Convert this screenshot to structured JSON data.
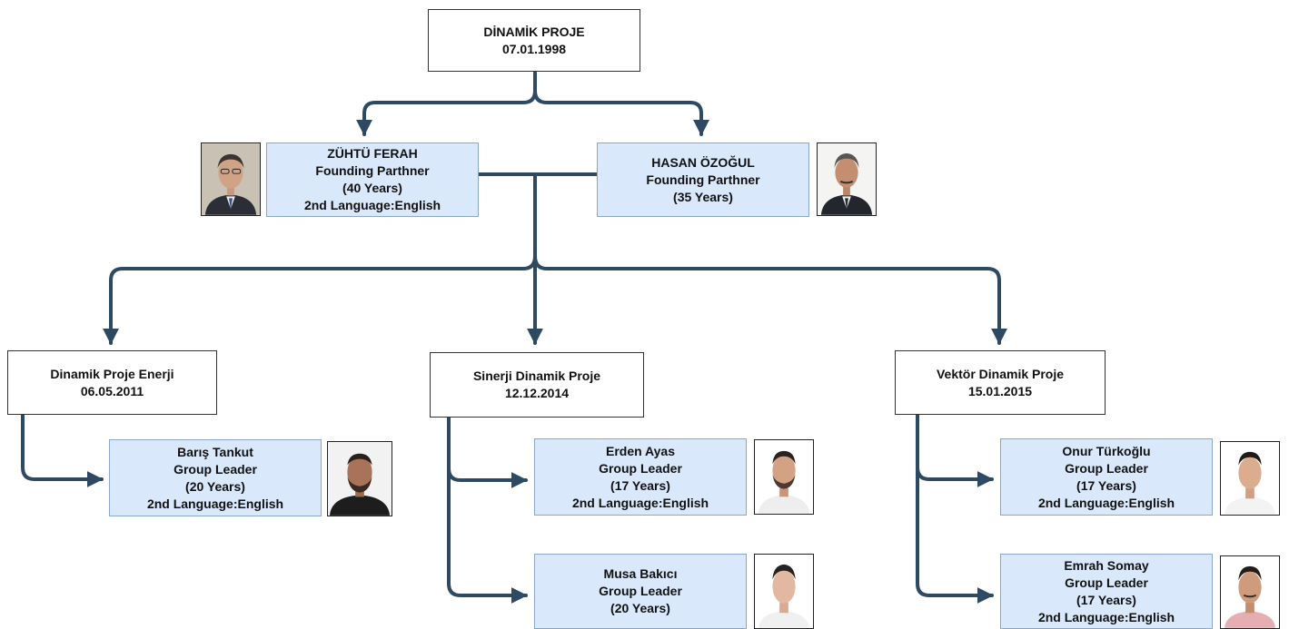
{
  "root": {
    "name": "DİNAMİK PROJE",
    "date": "07.01.1998"
  },
  "partners": [
    {
      "name": "ZÜHTÜ FERAH",
      "role": "Founding Parthner",
      "years": "(40 Years)",
      "language": "2nd Language:English"
    },
    {
      "name": "HASAN ÖZOĞUL",
      "role": "Founding Parthner",
      "years": "(35 Years)"
    }
  ],
  "companies": [
    {
      "name": "Dinamik Proje Enerji",
      "date": "06.05.2011"
    },
    {
      "name": "Sinerji Dinamik Proje",
      "date": "12.12.2014"
    },
    {
      "name": "Vektör Dinamik Proje",
      "date": "15.01.2015"
    }
  ],
  "leaders": [
    {
      "name": "Barış Tankut",
      "role": "Group Leader",
      "years": "(20 Years)",
      "language": "2nd Language:English"
    },
    {
      "name": "Erden Ayas",
      "role": "Group Leader",
      "years": "(17 Years)",
      "language": "2nd Language:English"
    },
    {
      "name": "Musa Bakıcı",
      "role": "Group Leader",
      "years": "(20 Years)"
    },
    {
      "name": "Onur Türkoğlu",
      "role": "Group Leader",
      "years": "(17 Years)",
      "language": "2nd Language:English"
    },
    {
      "name": "Emrah Somay",
      "role": "Group Leader",
      "years": "(17 Years)",
      "language": "2nd Language:English"
    }
  ],
  "colors": {
    "connector": "#2e4a62",
    "person_fill": "#dae8fc",
    "person_border": "#8aa8cc",
    "org_border": "#333333"
  }
}
